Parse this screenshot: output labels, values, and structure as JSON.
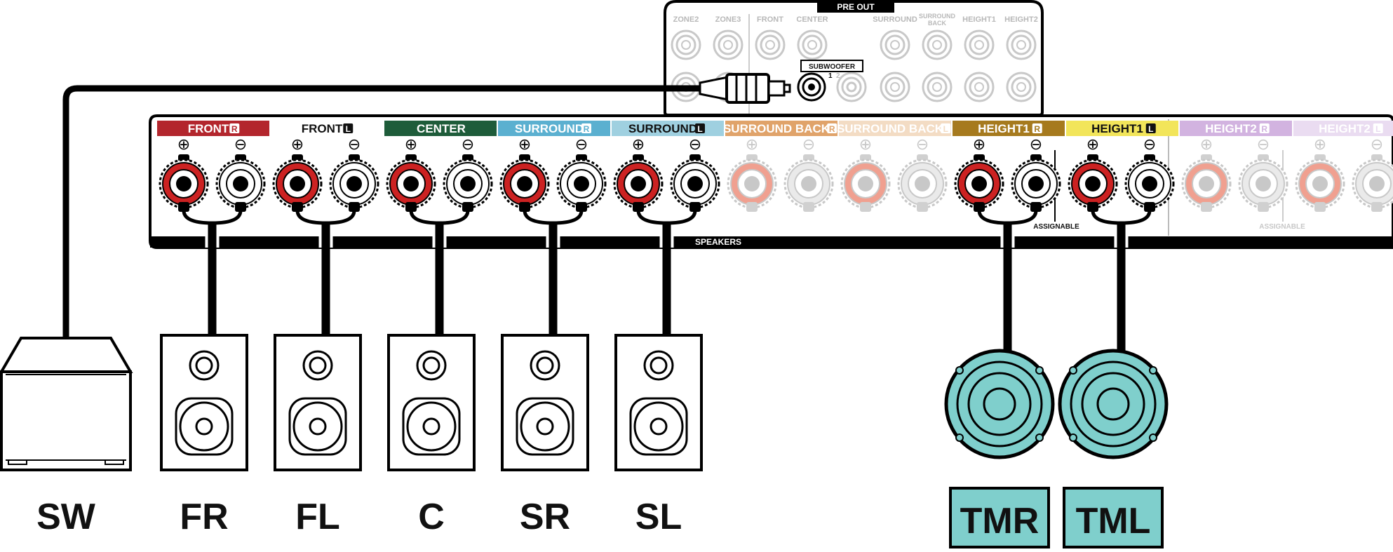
{
  "preout": {
    "title": "PRE OUT",
    "subwoofer_label": "SUBWOOFER",
    "sub_port_numbers": [
      "1",
      "2"
    ],
    "jacks": [
      {
        "label": "ZONE2",
        "active": false
      },
      {
        "label": "ZONE3",
        "active": false
      },
      {
        "label": "FRONT",
        "active": false
      },
      {
        "label": "CENTER",
        "active": false
      },
      {
        "label": "SURROUND",
        "active": false
      },
      {
        "label": "SURROUND BACK",
        "active": false
      },
      {
        "label": "HEIGHT1",
        "active": false
      },
      {
        "label": "HEIGHT2",
        "active": false
      }
    ]
  },
  "speakers_panel": {
    "speakers_label": "SPEAKERS",
    "assignable_label_1": "ASSIGNABLE",
    "assignable_label_2": "ASSIGNABLE",
    "plus_symbol": "⊕",
    "minus_symbol": "⊖",
    "channels": [
      {
        "name": "FRONT",
        "side": "R",
        "color": "#b3262d",
        "text_color": "#ffffff",
        "active": true
      },
      {
        "name": "FRONT",
        "side": "L",
        "color": "#ffffff",
        "text_color": "#111111",
        "active": true
      },
      {
        "name": "CENTER",
        "side": "",
        "color": "#1e5c3a",
        "text_color": "#ffffff",
        "active": true
      },
      {
        "name": "SURROUND",
        "side": "R",
        "color": "#5bb0d0",
        "text_color": "#ffffff",
        "active": true
      },
      {
        "name": "SURROUND",
        "side": "L",
        "color": "#9fd0e0",
        "text_color": "#111111",
        "active": true
      },
      {
        "name": "SURROUND BACK",
        "side": "R",
        "color": "#e0a36a",
        "text_color": "#ffffff",
        "active": false
      },
      {
        "name": "SURROUND BACK",
        "side": "L",
        "color": "#f3dcc4",
        "text_color": "#ffffff",
        "active": false
      },
      {
        "name": "HEIGHT1",
        "side": "R",
        "color": "#a67a1e",
        "text_color": "#ffffff",
        "active": true
      },
      {
        "name": "HEIGHT1",
        "side": "L",
        "color": "#f2e55a",
        "text_color": "#111111",
        "active": true
      },
      {
        "name": "HEIGHT2",
        "side": "R",
        "color": "#d2b3e0",
        "text_color": "#ffffff",
        "active": false
      },
      {
        "name": "HEIGHT2",
        "side": "L",
        "color": "#eadcf1",
        "text_color": "#ffffff",
        "active": false
      }
    ]
  },
  "speaker_labels": [
    "SW",
    "FR",
    "FL",
    "C",
    "SR",
    "SL",
    "TMR",
    "TML"
  ],
  "colors": {
    "terminal_red": "#cc2222",
    "ceiling_speaker_fill": "#7fcfcc",
    "cable": "#000000",
    "inactive_gray": "#c8c8c8"
  }
}
